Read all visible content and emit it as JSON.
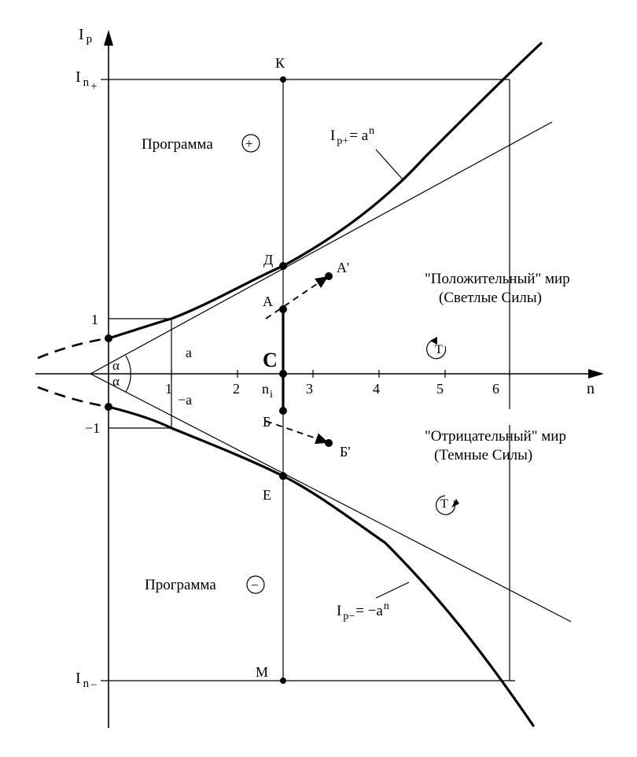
{
  "axes": {
    "y_label": "I",
    "y_sub": "p",
    "x_label": "n",
    "x_ticks": [
      "1",
      "2",
      "3",
      "4",
      "5",
      "6"
    ],
    "y_ticks": {
      "plus_one": "1",
      "minus_one": "−1"
    },
    "alpha": "α"
  },
  "levels": {
    "top_main": "I",
    "top_sub": "n",
    "top_sign": "+",
    "bottom_main": "I",
    "bottom_sub": "n",
    "bottom_sign": "−"
  },
  "points": {
    "K": "К",
    "D": "Д",
    "A": "А",
    "A_prime": "А'",
    "C": "С",
    "n_main": "n",
    "n_sub": "i",
    "B": "Б",
    "B_prime": "Б'",
    "E": "Е",
    "M": "М",
    "a": "a",
    "minus_a": "−a"
  },
  "programs": {
    "plus_label": "Программа",
    "plus_symbol": "+",
    "minus_label": "Программа",
    "minus_symbol": "−"
  },
  "worlds": {
    "positive_line1": "\"Положительный\" мир",
    "positive_line2": "(Светлые Силы)",
    "negative_line1": "\"Отрицательный\" мир",
    "negative_line2": "(Темные Силы)"
  },
  "formulas": {
    "plus_main": "I",
    "plus_sub": "p+",
    "plus_rest": "= a",
    "plus_exp": "n",
    "minus_main": "I",
    "minus_sub": "p−",
    "minus_rest": "= −a",
    "minus_exp": "n"
  },
  "time_symbol": "T"
}
